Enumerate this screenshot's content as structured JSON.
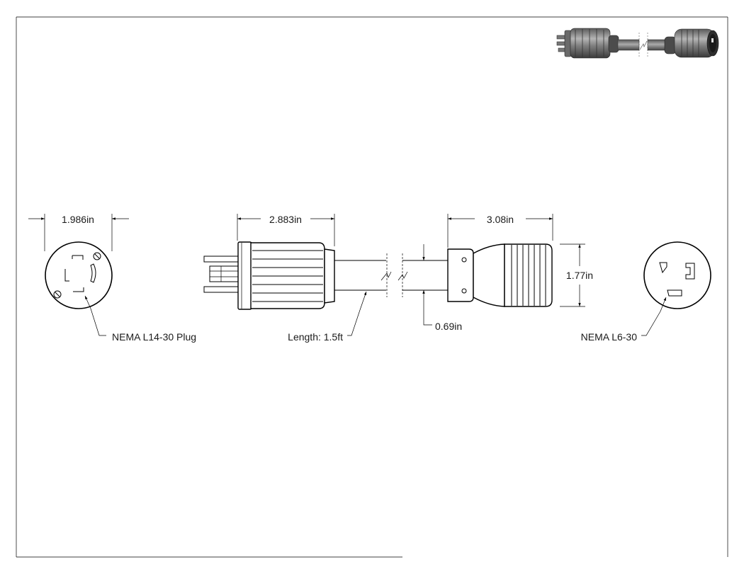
{
  "dimensions": {
    "plug_face_width": "1.986in",
    "plug_length": "2.883in",
    "connector_length": "3.08in",
    "connector_diameter": "1.77in",
    "cable_diameter": "0.69in"
  },
  "labels": {
    "plug_type": "NEMA L14-30 Plug",
    "cable_length": "Length: 1.5ft",
    "connector_type": "NEMA L6-30"
  }
}
